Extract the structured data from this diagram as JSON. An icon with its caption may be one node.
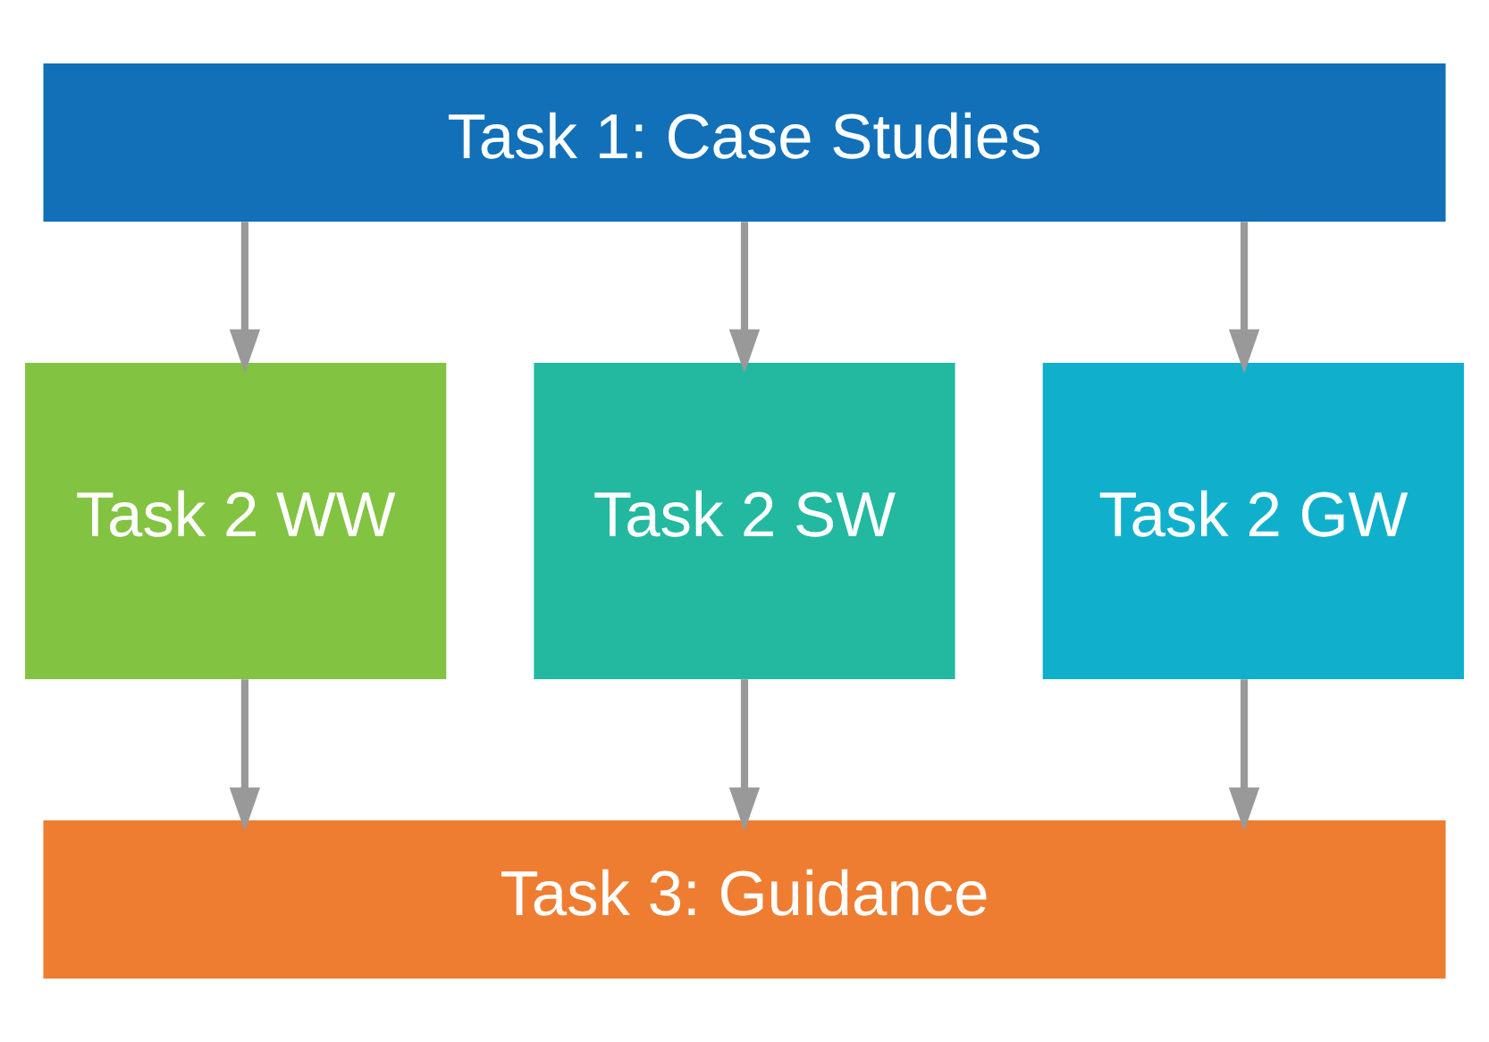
{
  "diagram": {
    "nodes": [
      {
        "text": [
          "Task 1: Case Studies"
        ]
      },
      {
        "text": [
          "Task 2 WW"
        ]
      },
      {
        "text": [
          "Task 2 SW"
        ]
      },
      {
        "text": [
          "Task 2 GW"
        ]
      },
      {
        "text": [
          "Task 3: Guidance"
        ]
      }
    ],
    "edges": [
      {
        "from": 0,
        "to": 1,
        "arrow": "to"
      },
      {
        "from": 0,
        "to": 2,
        "arrow": "to"
      },
      {
        "from": 0,
        "to": 3,
        "arrow": "to"
      },
      {
        "from": 1,
        "to": 4,
        "arrow": "to"
      },
      {
        "from": 2,
        "to": 4,
        "arrow": "to"
      },
      {
        "from": 3,
        "to": 4,
        "arrow": "to"
      }
    ]
  }
}
